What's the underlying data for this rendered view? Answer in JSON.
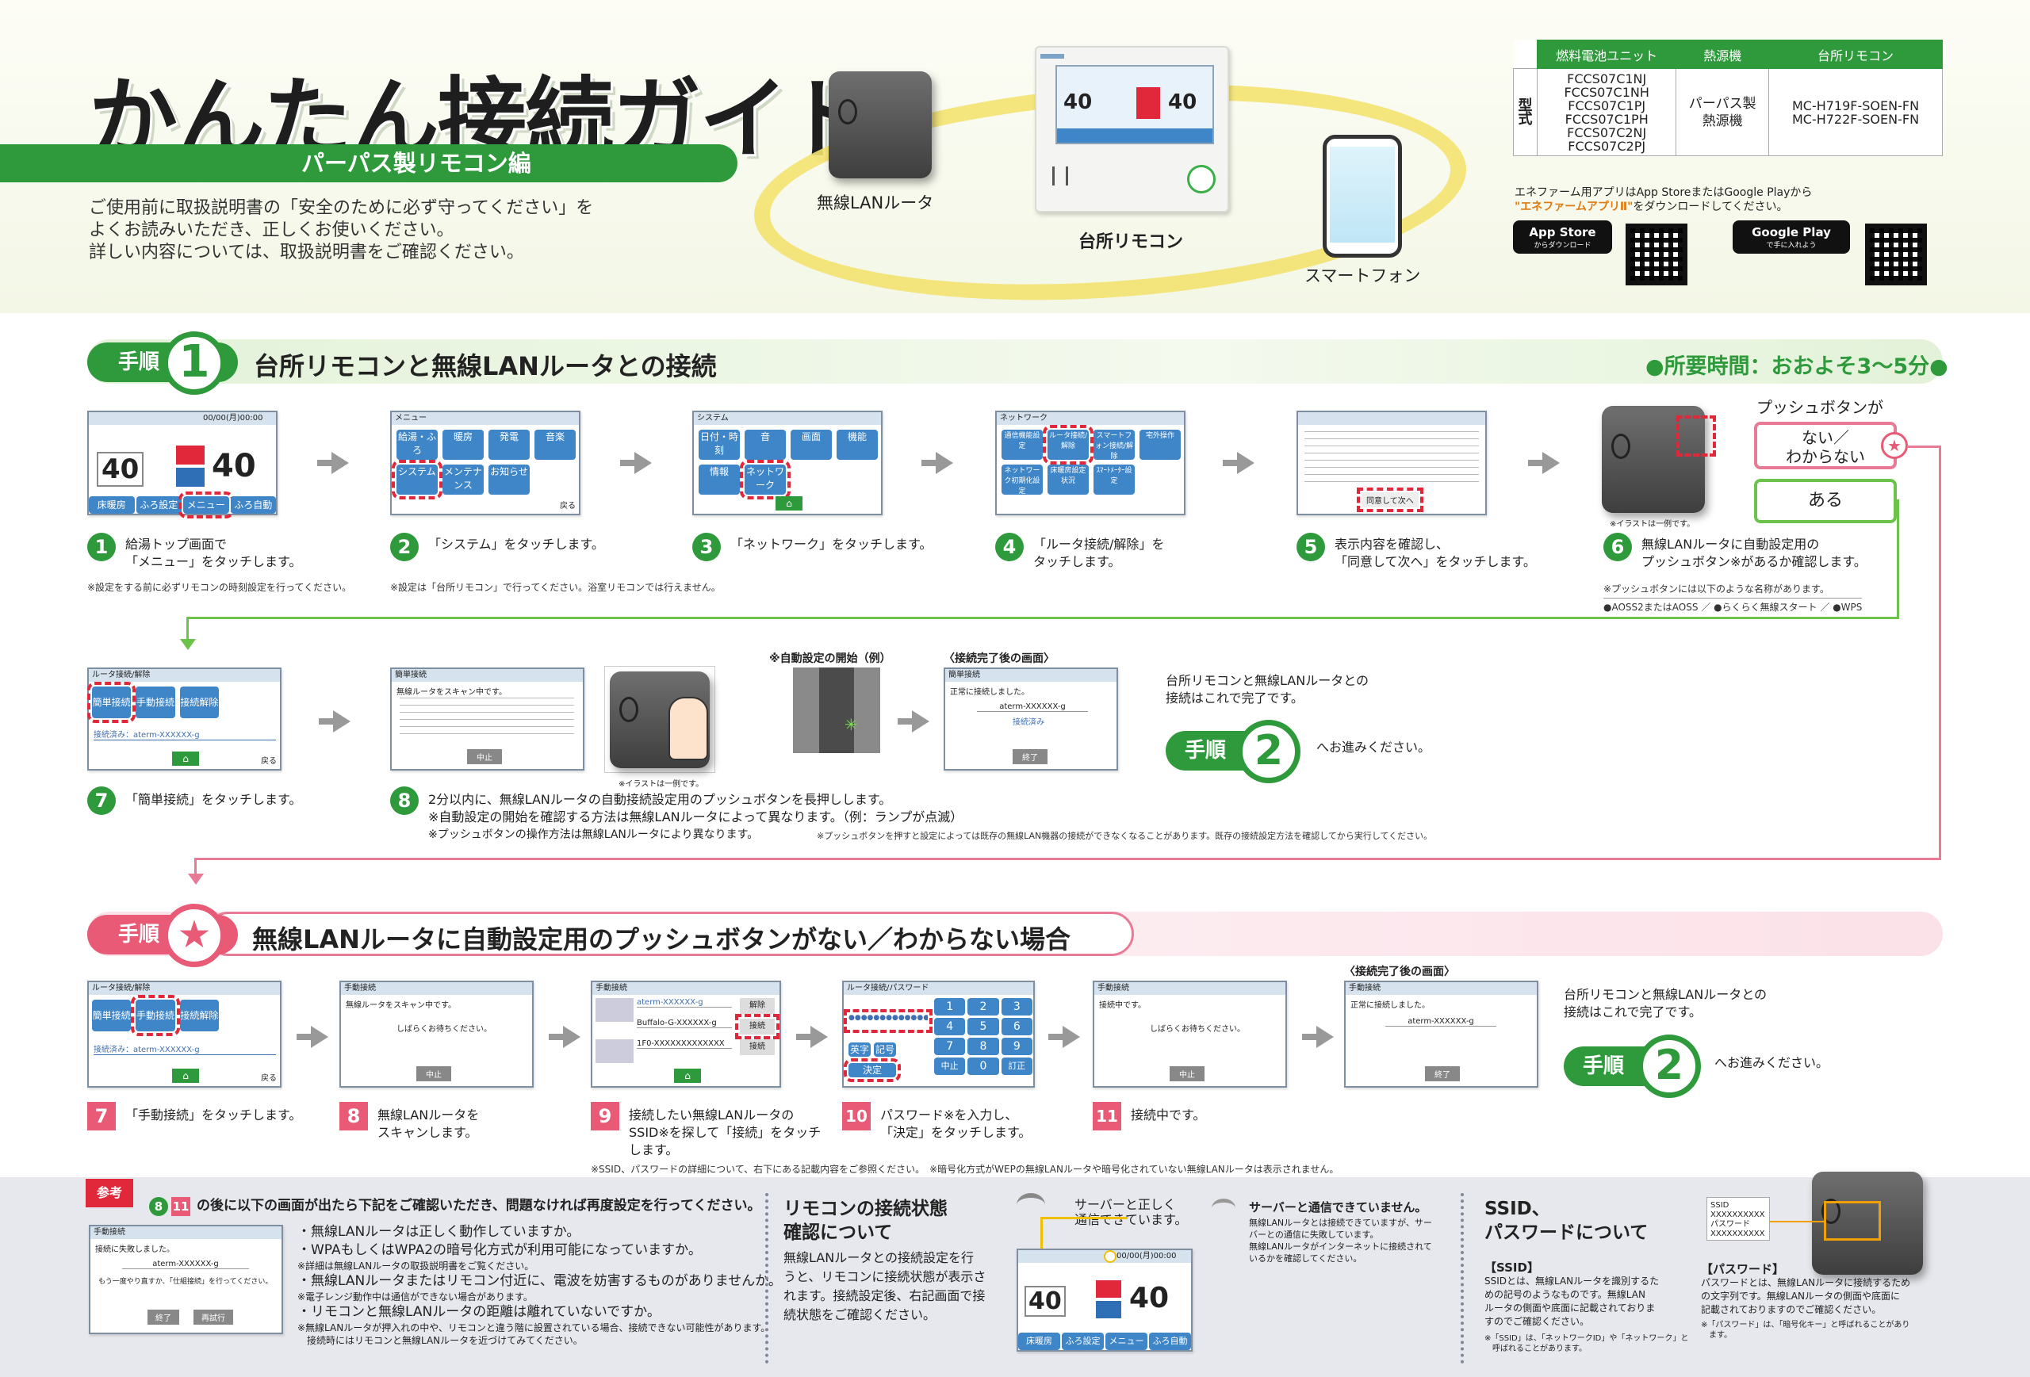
{
  "header": {
    "title": "かんたん接続ガイド",
    "subtitle": "パーパス製リモコン編",
    "intro": [
      "ご使用前に取扱説明書の「安全のために必ず守ってください」を",
      "よくお読みいただき、正しくお使いください。",
      "詳しい内容については、取扱説明書をご確認ください。"
    ],
    "router_label": "無線LANルータ",
    "remote_label": "台所リモコン",
    "phone_label": "スマートフォン"
  },
  "model_table": {
    "headers": [
      "燃料電池ユニット",
      "熱源機",
      "台所リモコン"
    ],
    "row_label": "型式",
    "fuel_cell_units": [
      "FCCS07C1NJ",
      "FCCS07C1NH",
      "FCCS07C1PJ",
      "FCCS07C1PH",
      "FCCS07C2NJ",
      "FCCS07C2PJ"
    ],
    "heat_source": [
      "パーパス製",
      "熱源機"
    ],
    "remotes": [
      "MC-H719F-SOEN-FN",
      "MC-H722F-SOEN-FN"
    ]
  },
  "app_info": {
    "line1": "エネファーム用アプリはApp StoreまたはGoogle Playから",
    "line2_app": "\"エネファームアプリⅡ\"",
    "line2_rest": "をダウンロードしてください。",
    "app_store": [
      "App Store",
      "からダウンロード"
    ],
    "google_play": [
      "Google Play",
      "で手に入れよう"
    ]
  },
  "step1": {
    "tag": "手順",
    "number": "1",
    "title": "台所リモコンと無線LANルータとの接続",
    "time": "●所要時間：おおよそ3〜5分●",
    "steps": [
      {
        "n": "1",
        "text": [
          "給湯トップ画面で",
          "「メニュー」をタッチします。"
        ]
      },
      {
        "n": "2",
        "text": [
          "「システム」をタッチします。"
        ]
      },
      {
        "n": "3",
        "text": [
          "「ネットワーク」をタッチします。"
        ]
      },
      {
        "n": "4",
        "text": [
          "「ルータ接続/解除」を",
          "タッチします。"
        ]
      },
      {
        "n": "5",
        "text": [
          "表示内容を確認し、",
          "「同意して次へ」をタッチします。"
        ]
      },
      {
        "n": "6",
        "text": [
          "無線LANルータに自動設定用の",
          "プッシュボタン※があるか確認します。"
        ]
      }
    ],
    "note1": "※設定をする前に必ずリモコンの時刻設定を行ってください。",
    "note2": "※設定は「台所リモコン」で行ってください。浴室リモコンでは行えません。",
    "push_q": "プッシュボタンが",
    "push_none": [
      "ない／",
      "わからない"
    ],
    "push_yes": "ある",
    "illust_note": "※イラストは一例です。",
    "push_names_note": "※プッシュボタンには以下のような名称があります。",
    "push_names": "●AOSS2またはAOSS ／ ●らくらく無線スタート ／ ●WPS",
    "steps2": [
      {
        "n": "7",
        "text": [
          "「簡単接続」をタッチします。"
        ]
      },
      {
        "n": "8",
        "text": [
          "2分以内に、無線LANルータの自動接続設定用のプッシュボタンを長押しします。"
        ]
      }
    ],
    "auto_label": "※自動設定の開始（例）",
    "done_label": "〈接続完了後の画面〉",
    "note8a": "※自動設定の開始を確認する方法は無線LANルータによって異なります。（例：ランプが点滅）",
    "note8b": "※プッシュボタンの操作方法は無線LANルータにより異なります。",
    "note8c": "※プッシュボタンを押すと設定によっては既存の無線LAN機器の接続ができなくなることがあります。既存の接続設定方法を確認してから実行してください。",
    "complete": [
      "台所リモコンと無線LANルータとの",
      "接続はこれで完了です。"
    ],
    "next_tag": "手順",
    "next_num": "2",
    "next_text": "へお進みください。"
  },
  "step_star": {
    "tag": "手順",
    "mark": "★",
    "title": "無線LANルータに自動設定用のプッシュボタンがない／わからない場合",
    "steps": [
      {
        "n": "7",
        "text": [
          "「手動接続」をタッチします。"
        ]
      },
      {
        "n": "8",
        "text": [
          "無線LANルータを",
          "スキャンします。"
        ]
      },
      {
        "n": "9",
        "text": [
          "接続したい無線LANルータの",
          "SSID※を探して「接続」をタッチ",
          "します。"
        ]
      },
      {
        "n": "10",
        "text": [
          "パスワード※を入力し、",
          "「決定」をタッチします。"
        ]
      },
      {
        "n": "11",
        "text": [
          "接続中です。"
        ]
      }
    ],
    "done_label": "〈接続完了後の画面〉",
    "complete": [
      "台所リモコンと無線LANルータとの",
      "接続はこれで完了です。"
    ],
    "next_tag": "手順",
    "next_num": "2",
    "next_text": "へお進みください。",
    "ssid_note": "※SSID、パスワードの詳細について、右下にある記載内容をご参照ください。　※暗号化方式がWEPの無線LANルータや暗号化されていない無線LANルータは表示されません。"
  },
  "screens": {
    "menu": "メニュー",
    "tiles_menu": [
      "給湯・ふろ",
      "暖房",
      "発電",
      "音楽",
      "システム",
      "メンテナンス",
      "お知らせ"
    ],
    "system": "システム",
    "tiles_system": [
      "日付・時刻",
      "音",
      "画面",
      "機能",
      "情報",
      "ネットワーク"
    ],
    "network": "ネットワーク",
    "tiles_network": [
      "通信機能設定",
      "ルータ接続/解除",
      "スマートフォン接続/解除",
      "宅外操作",
      "ネットワーク初期化設定",
      "床暖房設定状況",
      "ｽﾏｰﾄﾒｰﾀｰ設定"
    ],
    "router": "ルータ接続/解除",
    "tiles_router": [
      "簡単接続",
      "手動接続",
      "接続解除"
    ],
    "connected": "接続済み：aterm-XXXXXX-g",
    "easy": "簡単接続",
    "manual": "手動接続",
    "scanning": "無線ルータをスキャン中です。",
    "wait": "しばらくお待ちください。",
    "stop": "中止",
    "done": "終了",
    "success": "正常に接続しました。",
    "back": "戻る",
    "agree": "同意して次へ",
    "ssids": [
      "aterm-XXXXXX-g",
      "Buffalo-G-XXXXXX-g",
      "1F0-XXXXXXXXXXXXX"
    ],
    "cancel_btn": "解除",
    "connect_btn": "接続",
    "pw_title": "ルータ接続/パスワード",
    "pw_dots": "●●●●●●●●●●●●●●",
    "keys": [
      "1",
      "2",
      "3",
      "4",
      "5",
      "6",
      "7",
      "8",
      "9",
      "中止",
      "0",
      "訂正"
    ],
    "mode": "英字",
    "sym": "記号",
    "decide": "決定",
    "connecting": "接続中です。",
    "home_temp": "40",
    "bath_temp": "40",
    "home_btns": [
      "床暖房",
      "ふろ設定",
      "メニュー",
      "ふろ自動"
    ],
    "date": "00/00(月)",
    "time": "00:00"
  },
  "bottom": {
    "ref_tag": "参考",
    "ref_title": "の後に以下の画面が出たら下記をご確認いただき、問題なければ再度設定を行ってください。",
    "ref_nums": [
      "8",
      "11"
    ],
    "fail_screen": "接続に失敗しました。",
    "fail_sub": "もう一度やり直すか、「仕組接続」を行ってください。",
    "fail_btns": [
      "終了",
      "再試行"
    ],
    "checks": [
      {
        "t": "・無線LANルータは正しく動作していますか。",
        "s": ""
      },
      {
        "t": "・WPAもしくはWPA2の暗号化方式が利用可能になっていますか。",
        "s": "※詳細は無線LANルータの取扱説明書をご覧ください。"
      },
      {
        "t": "・無線LANルータまたはリモコン付近に、電波を妨害するものがありませんか。",
        "s": "※電子レンジ動作中は通信ができない場合があります。"
      },
      {
        "t": "・リモコンと無線LANルータの距離は離れていないですか。",
        "s": "※無線LANルータが押入れの中や、リモコンと違う階に設置されている場合、接続できない可能性があります。"
      }
    ],
    "check_tail": "接続時にはリモコンと無線LANルータを近づけてみてください。",
    "status_title": [
      "リモコンの接続状態",
      "確認について"
    ],
    "status_text": [
      "無線LANルータとの接続設定を行",
      "うと、リモコンに接続状態が表示さ",
      "れます。接続設定後、右記画面で接",
      "続状態をご確認ください。"
    ],
    "ok_text": [
      "サーバーと正しく",
      "通信できています。"
    ],
    "ng_title": "サーバーと通信できていません。",
    "ng_text": [
      "無線LANルータとは接続できていますが、サー",
      "バーとの通信に失敗しています。",
      "無線LANルータがインターネットに接続されて",
      "いるかを確認してください。"
    ],
    "ssid_title": [
      "SSID、",
      "パスワードについて"
    ],
    "ssid_head": "【SSID】",
    "ssid_text": [
      "SSIDとは、無線LANルータを識別するた",
      "めの記号のようなものです。無線LAN",
      "ルータの側面や底面に記載されておりま",
      "すのでご確認ください。"
    ],
    "ssid_small": [
      "※「SSID」は、「ネットワークID」や「ネットワーク」と",
      "　呼ばれることがあります。"
    ],
    "pw_head": "【パスワード】",
    "pw_text": [
      "パスワードとは、無線LANルータに接続するため",
      "の文字列です。無線LANルータの側面や底面に",
      "記載されておりますのでご確認ください。"
    ],
    "pw_small": [
      "※「パスワード」は、「暗号化キー」と呼ばれることがあり",
      "　ます。"
    ],
    "label_ssid": [
      "SSID",
      "XXXXXXXXXX"
    ],
    "label_pw": [
      "パスワード",
      "XXXXXXXXXX"
    ]
  },
  "colors": {
    "green": "#2f9a3c",
    "pink": "#e85a76",
    "yellow": "#f3e270"
  }
}
